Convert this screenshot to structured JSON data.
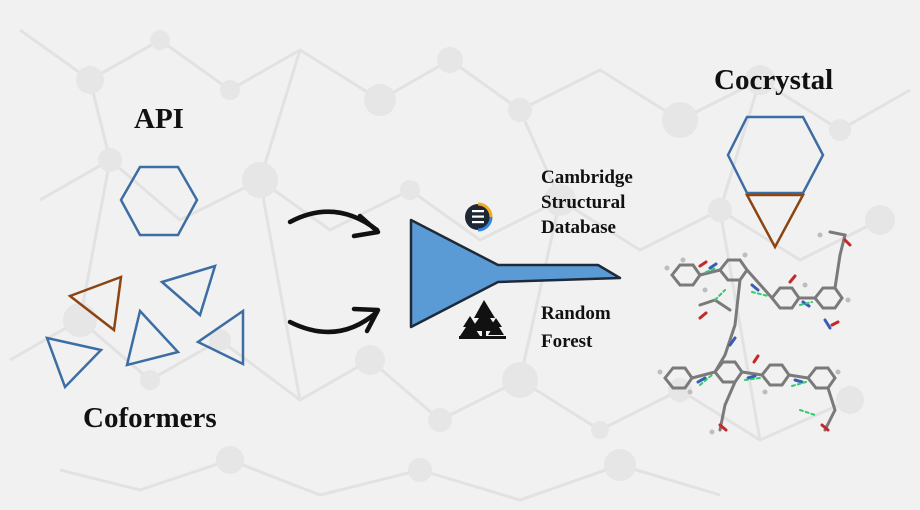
{
  "labels": {
    "api": "API",
    "coformers": "Coformers",
    "cocrystal": "Cocrystal",
    "csd_line1": "Cambridge",
    "csd_line2": "Structural",
    "csd_line3": "Database",
    "rf_line1": "Random",
    "rf_line2": "Forest"
  },
  "icons": {
    "csd": "csd-logo-icon",
    "forest": "pine-trees-icon"
  },
  "colors": {
    "api_blue": "#3d6ea3",
    "coformer_brown": "#8b4513",
    "funnel_fill": "#5b9bd5",
    "text": "#111111"
  }
}
